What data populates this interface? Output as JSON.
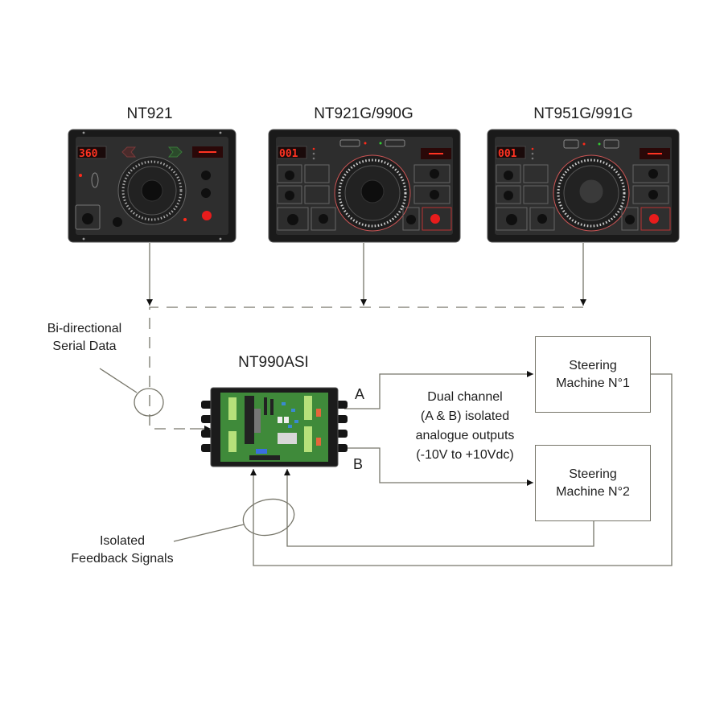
{
  "diagram": {
    "controllers": [
      {
        "name": "NT921",
        "heading_display": "360"
      },
      {
        "name": "NT921G/990G",
        "heading_display": "001"
      },
      {
        "name": "NT951G/991G",
        "heading_display": "001"
      }
    ],
    "interface_unit": {
      "name": "NT990ASI"
    },
    "channels": {
      "a": "A",
      "b": "B"
    },
    "steering_machines": [
      {
        "line1": "Steering",
        "line2": "Machine N°1"
      },
      {
        "line1": "Steering",
        "line2": "Machine N°2"
      }
    ],
    "annotations": {
      "serial_data": {
        "line1": "Bi-directional",
        "line2": "Serial Data"
      },
      "outputs": {
        "line1": "Dual channel",
        "line2": "(A & B) isolated",
        "line3": "analogue outputs",
        "line4": "(-10V to +10Vdc)"
      },
      "feedback": {
        "line1": "Isolated",
        "line2": "Feedback Signals"
      }
    },
    "colors": {
      "line": "#77766a",
      "panel_bg": "#2b2b2b",
      "led_red": "#ff2a1a",
      "pcb_green": "#3f8a3a"
    }
  }
}
